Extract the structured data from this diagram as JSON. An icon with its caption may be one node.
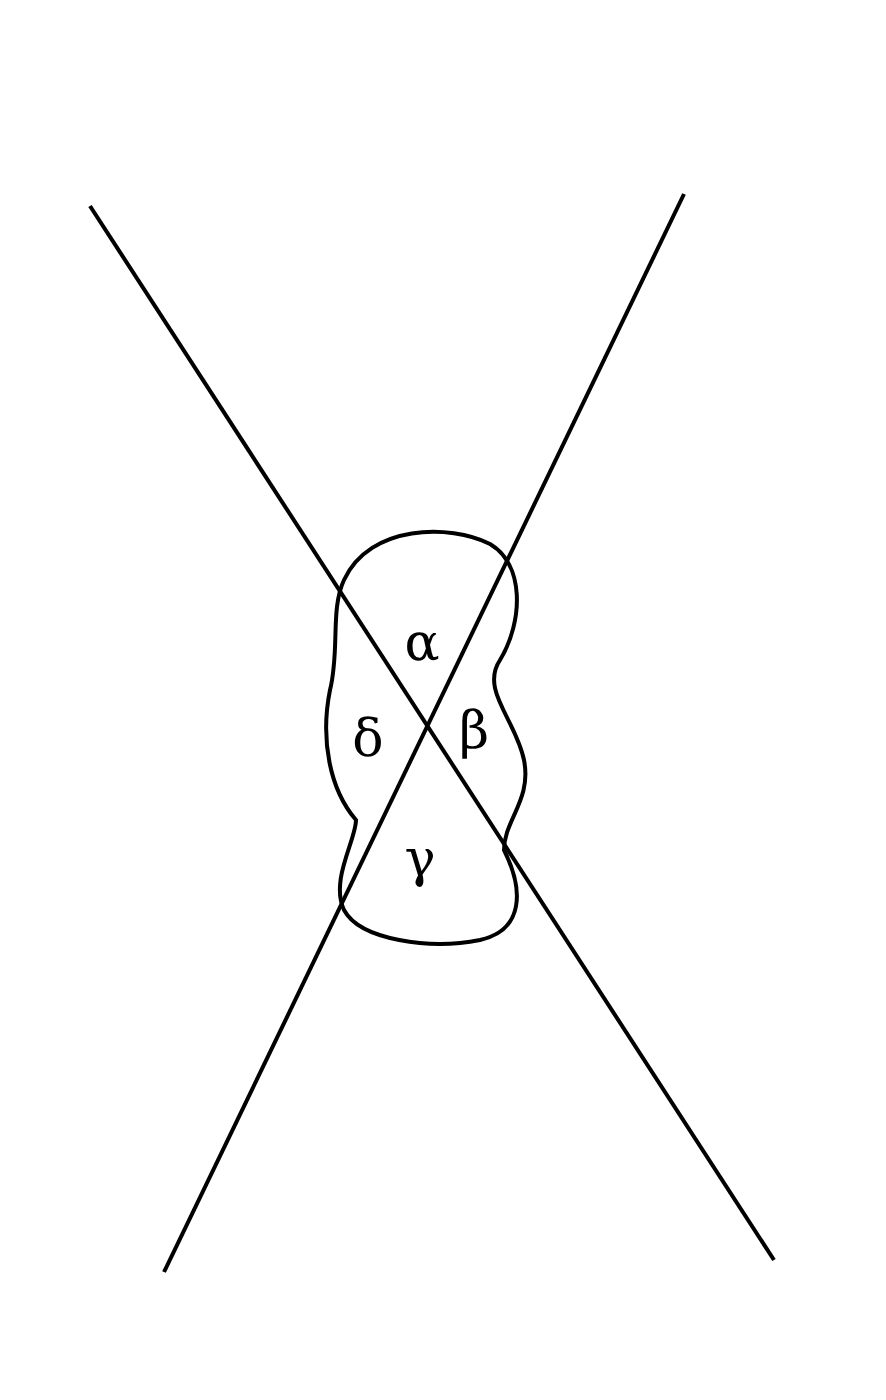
{
  "diagram": {
    "labels": [
      "α",
      "δ",
      "β",
      "γ"
    ]
  }
}
